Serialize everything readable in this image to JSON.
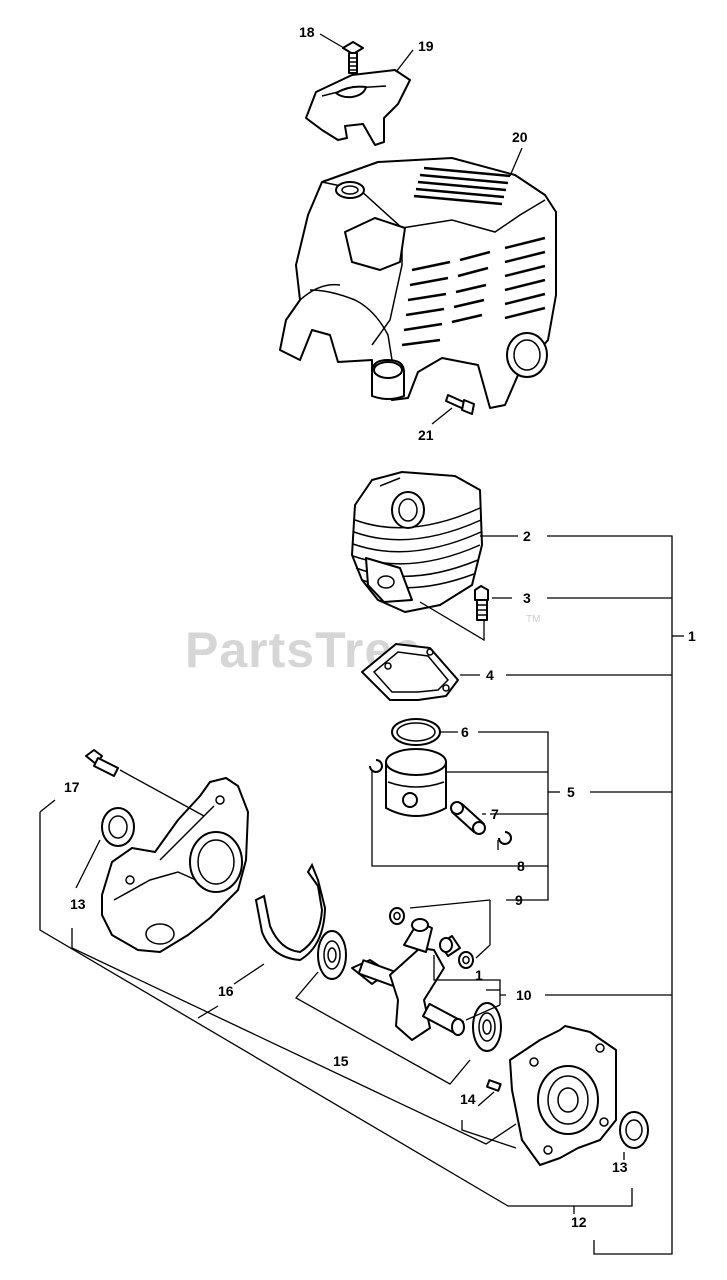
{
  "watermark": {
    "text": "PartsTree",
    "trademark": "TM"
  },
  "callouts": {
    "c1": "1",
    "c2": "2",
    "c3": "3",
    "c4": "4",
    "c5": "5",
    "c6": "6",
    "c7": "7",
    "c8": "8",
    "c9": "9",
    "c10": "10",
    "c1b": "1",
    "c12": "12",
    "c13a": "13",
    "c13b": "13",
    "c14": "14",
    "c15": "15",
    "c16": "16",
    "c17": "17",
    "c18": "18",
    "c19": "19",
    "c20": "20",
    "c21": "21"
  }
}
